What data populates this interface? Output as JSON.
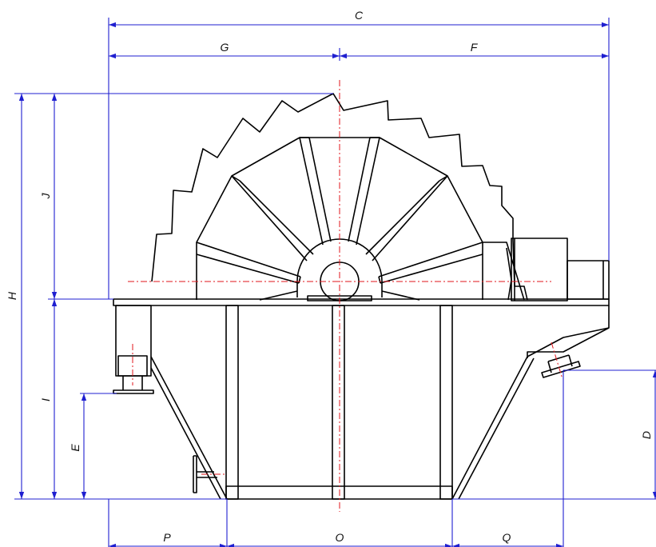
{
  "drawing": {
    "labels": {
      "C": "C",
      "G": "G",
      "F": "F",
      "H": "H",
      "J": "J",
      "I": "I",
      "E": "E",
      "D": "D",
      "P": "P",
      "O": "O",
      "Q": "Q"
    },
    "colors": {
      "outline": "#000000",
      "dimension": "#1f1fd0",
      "centerline": "#e0151b",
      "background": "#ffffff"
    }
  }
}
